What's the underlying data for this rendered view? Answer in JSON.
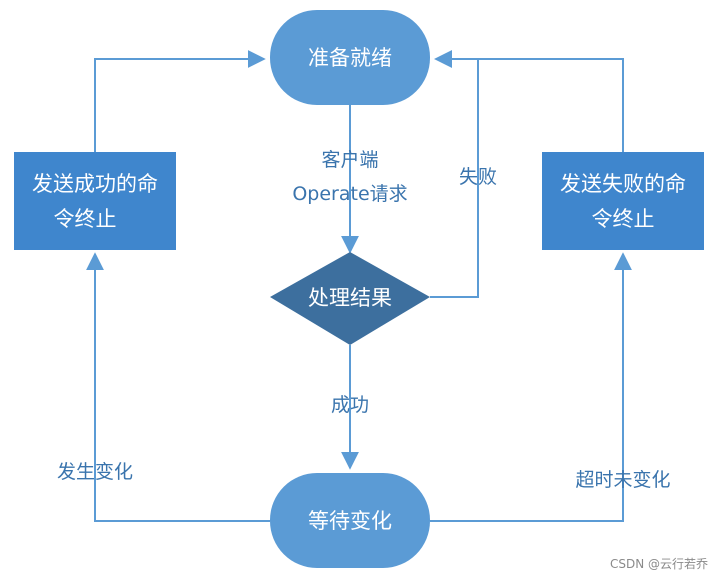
{
  "nodes": {
    "ready": "准备就绪",
    "success_cmd_line1": "发送成功的命",
    "success_cmd_line2": "令终止",
    "fail_cmd_line1": "发送失败的命",
    "fail_cmd_line2": "令终止",
    "process": "处理结果",
    "wait": "等待变化"
  },
  "edges": {
    "client_line1": "客户端",
    "client_line2": "Operate请求",
    "failure": "失败",
    "success": "成功",
    "changed": "发生变化",
    "timeout": "超时未变化"
  },
  "watermark": "CSDN @云行若乔",
  "colors": {
    "node_fill": "#5b9bd5",
    "rect_fill": "#3f86cd",
    "diamond_fill": "#3d6f9e",
    "line": "#5b9bd5",
    "edge_text": "#3a74ad"
  }
}
